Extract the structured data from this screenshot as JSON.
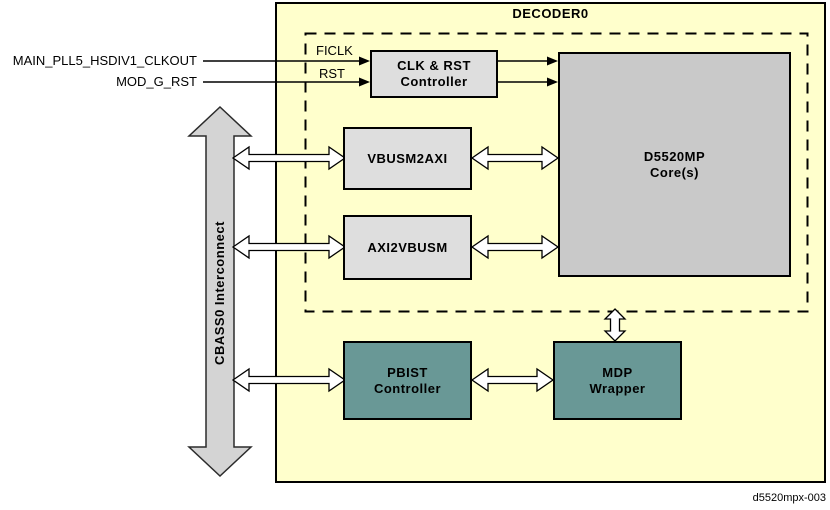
{
  "figure": {
    "label": "d5520mpx-003"
  },
  "region": {
    "title": "DECODER0"
  },
  "external_signals": {
    "clkout": "MAIN_PLL5_HSDIV1_CLKOUT",
    "mod_g_rst": "MOD_G_RST"
  },
  "internal_signals": {
    "ficlk": "FICLK",
    "rst": "RST"
  },
  "interconnect": {
    "label": "CBASS0 Interconnect"
  },
  "blocks": {
    "clk_rst_controller": {
      "line1": "CLK & RST",
      "line2": "Controller"
    },
    "vbusm2axi": {
      "label": "VBUSM2AXI"
    },
    "axi2vbusm": {
      "label": "AXI2VBUSM"
    },
    "d5520mp_core": {
      "line1": "D5520MP",
      "line2": "Core(s)"
    },
    "pbist_controller": {
      "line1": "PBIST",
      "line2": "Controller"
    },
    "mdp_wrapper": {
      "line1": "MDP",
      "line2": "Wrapper"
    }
  },
  "colors": {
    "region_fill": "#ffffcc",
    "block_fill": "#dedede",
    "core_fill": "#c9c9c9",
    "teal_fill": "#699896",
    "interconnect_fill": "#d4d4d4",
    "line": "#000000"
  }
}
